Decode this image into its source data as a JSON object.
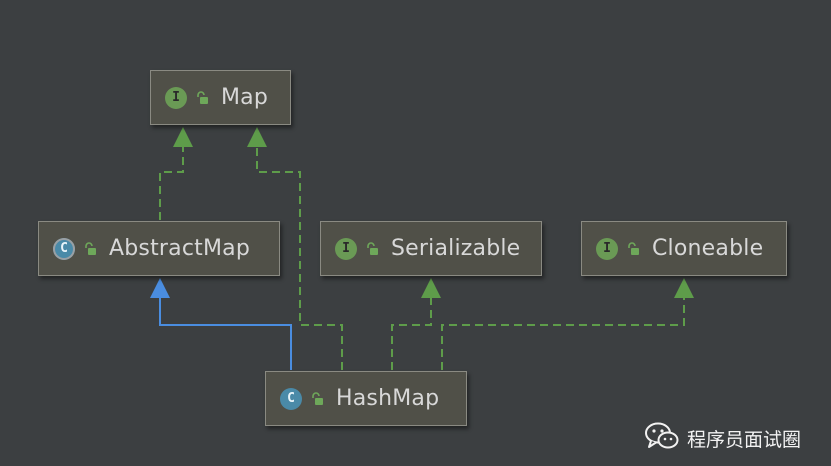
{
  "diagram": {
    "nodes": [
      {
        "id": "map",
        "kind": "interface",
        "badge": "I",
        "label": "Map"
      },
      {
        "id": "abstractmap",
        "kind": "abstract",
        "badge": "C",
        "label": "AbstractMap"
      },
      {
        "id": "serializable",
        "kind": "interface",
        "badge": "I",
        "label": "Serializable"
      },
      {
        "id": "cloneable",
        "kind": "interface",
        "badge": "I",
        "label": "Cloneable"
      },
      {
        "id": "hashmap",
        "kind": "class",
        "badge": "C",
        "label": "HashMap"
      }
    ],
    "edges": [
      {
        "from": "abstractmap",
        "to": "map",
        "relation": "implements",
        "style": "dashed",
        "color": "#5e9c4a"
      },
      {
        "from": "hashmap",
        "to": "map",
        "relation": "implements",
        "style": "dashed",
        "color": "#5e9c4a"
      },
      {
        "from": "hashmap",
        "to": "abstractmap",
        "relation": "extends",
        "style": "solid",
        "color": "#4a8de0"
      },
      {
        "from": "hashmap",
        "to": "serializable",
        "relation": "implements",
        "style": "dashed",
        "color": "#5e9c4a"
      },
      {
        "from": "hashmap",
        "to": "cloneable",
        "relation": "implements",
        "style": "dashed",
        "color": "#5e9c4a"
      }
    ]
  },
  "watermark": {
    "icon": "wechat-icon",
    "label": "程序员面试圈"
  },
  "colors": {
    "background": "#3c3f41",
    "node_fill": "#505048",
    "node_border": "#8a8a82",
    "interface_badge": "#6a9a55",
    "class_badge": "#4a8aa8",
    "implements_edge": "#5e9c4a",
    "extends_edge": "#4a8de0"
  }
}
